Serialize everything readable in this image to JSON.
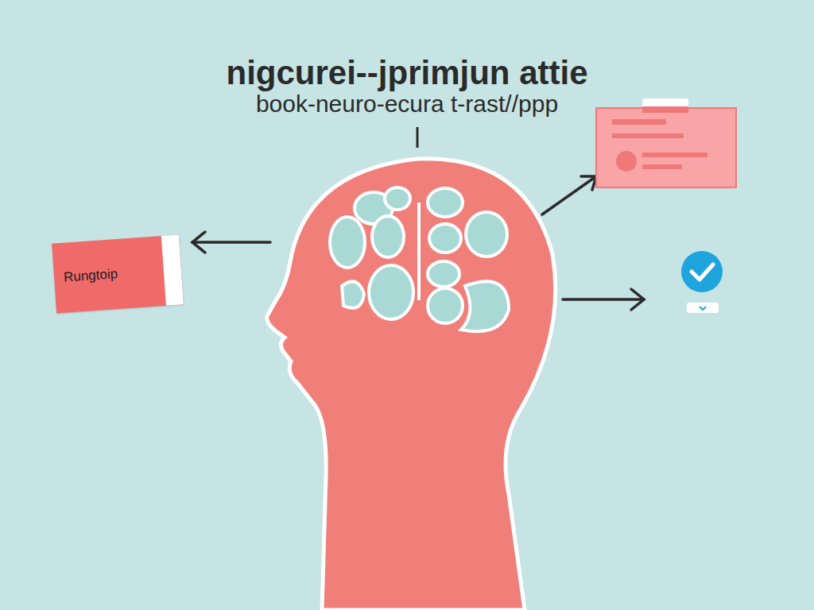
{
  "diagram": {
    "title": "nigcurei--jprimjun attie",
    "nodes": [
      {
        "text": [
          "Rungtoip"
        ]
      }
    ],
    "labels": [
      "book-neuro-ecura t-rast//ppp"
    ]
  }
}
